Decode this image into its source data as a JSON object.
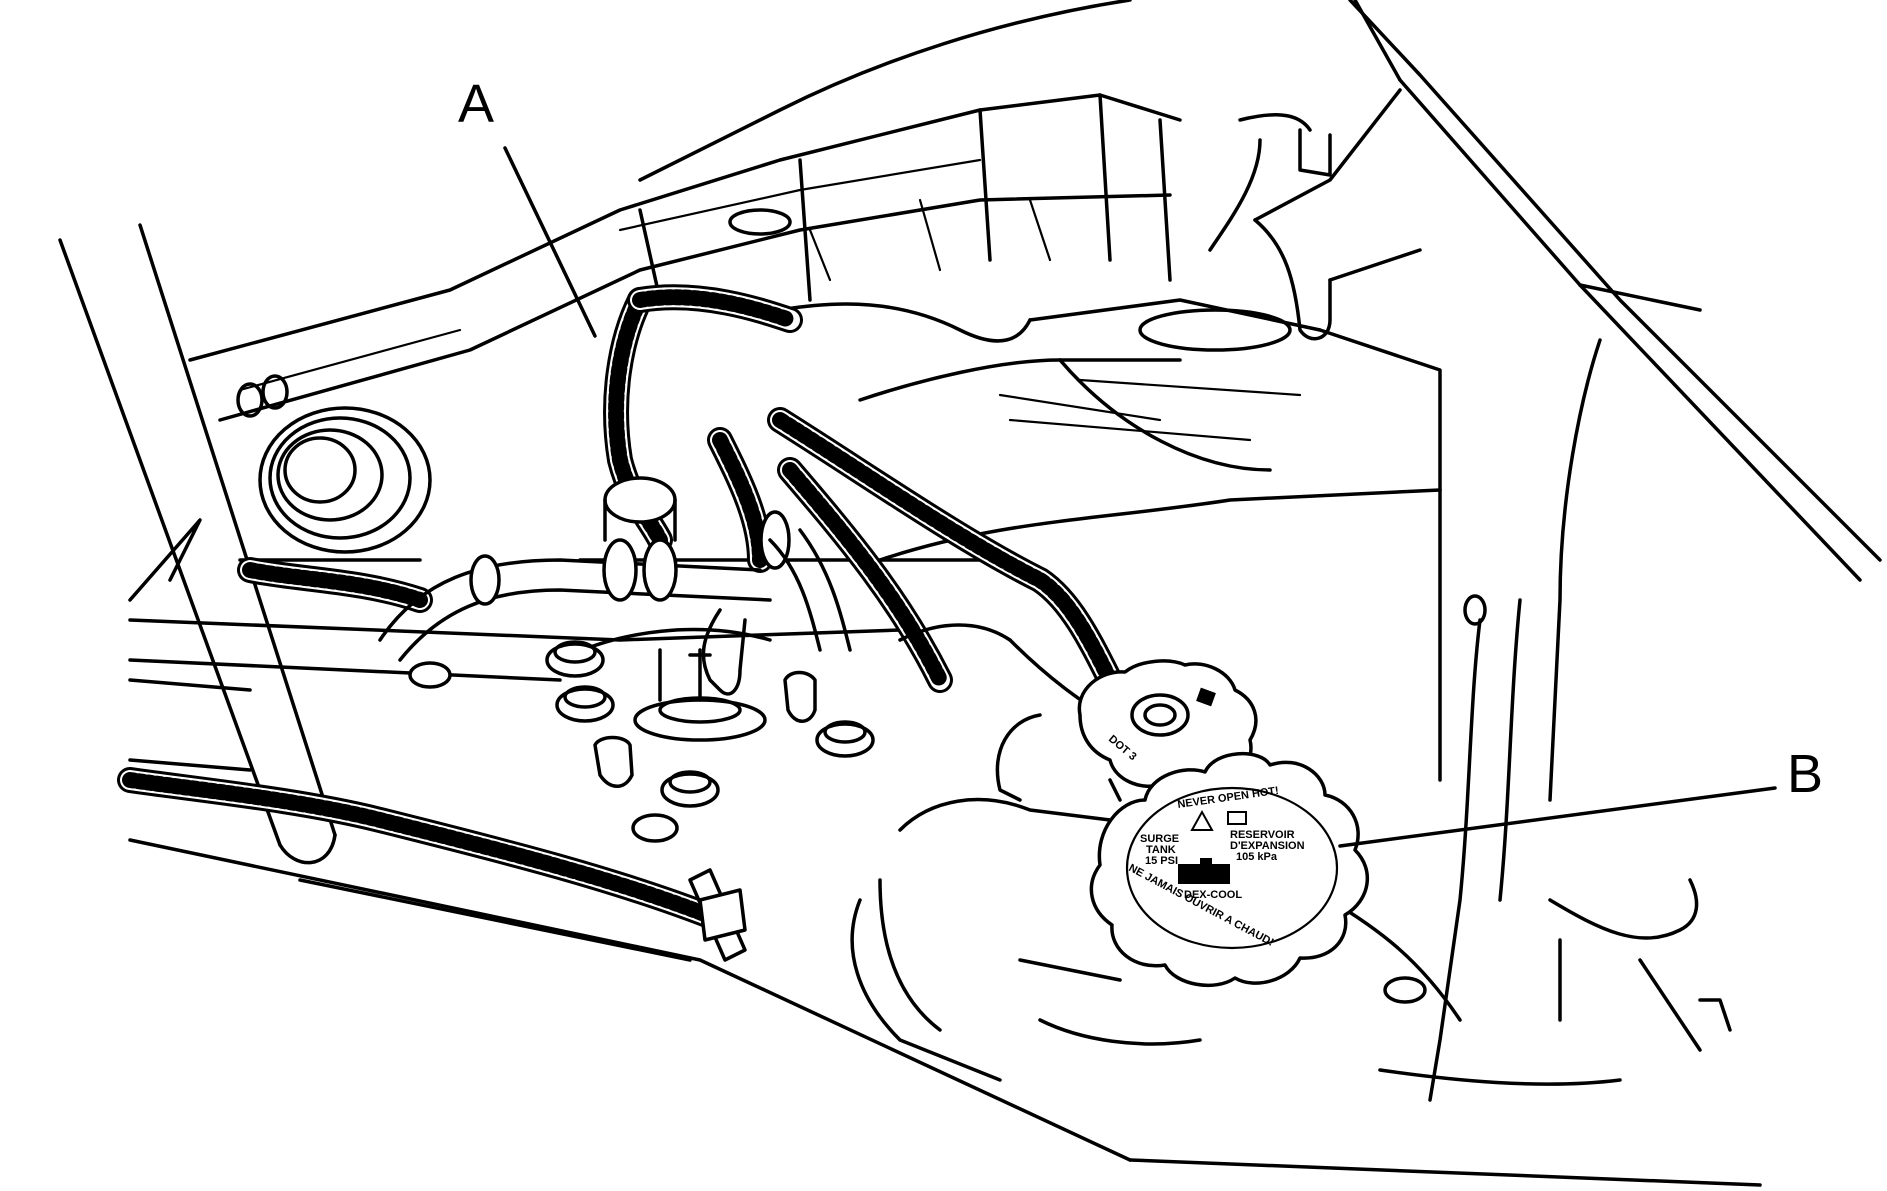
{
  "callouts": {
    "a": "A",
    "b": "B"
  },
  "brake_cap": {
    "label": "DOT 3"
  },
  "coolant_cap": {
    "warning_top": "NEVER OPEN HOT!",
    "left_line1": "SURGE",
    "left_line2": "TANK",
    "left_line3": "15 PSI",
    "right_line1": "RESERVOIR",
    "right_line2": "D'EXPANSION",
    "right_line3": "105 kPa",
    "coolant_type": "DEX-COOL",
    "warning_bottom": "NE JAMAIS OUVRIR A CHAUD!"
  },
  "colors": {
    "ink": "#000000",
    "paper": "#ffffff"
  }
}
